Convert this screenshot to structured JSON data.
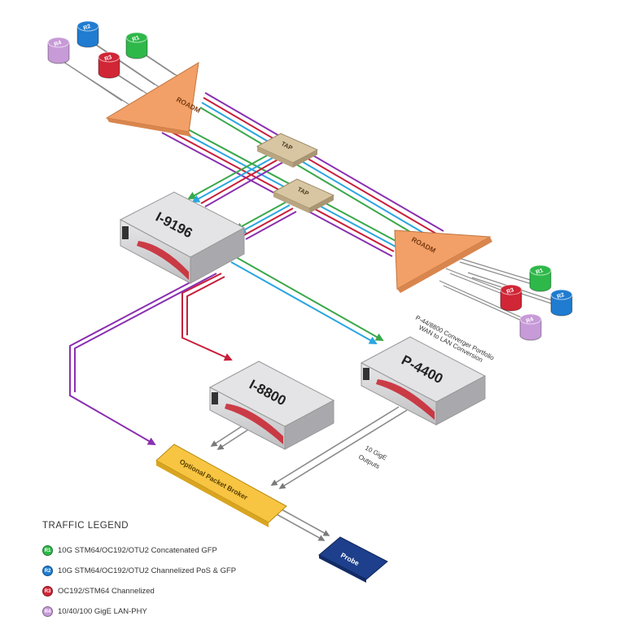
{
  "colors": {
    "r1": "#2fb84a",
    "r2": "#1f7cd0",
    "r3": "#d02636",
    "r4": "#c79ad8",
    "fiber_purple": "#8a2fb0",
    "fiber_red": "#c81e3a",
    "fiber_blue": "#2aa6e0",
    "fiber_green": "#3aa84a",
    "roadm": "#f2a067",
    "tap": "#d4c2a0",
    "broker": "#f7c542",
    "probe": "#1d3f8c",
    "chassis": "#d8d8da"
  },
  "routers_top": [
    {
      "label": "R4"
    },
    {
      "label": "R2"
    },
    {
      "label": "R3"
    },
    {
      "label": "R1"
    }
  ],
  "routers_right": [
    {
      "label": "R1"
    },
    {
      "label": "R3"
    },
    {
      "label": "R2"
    },
    {
      "label": "R4"
    }
  ],
  "roadm_top": {
    "label": "ROADM"
  },
  "roadm_bottom": {
    "label": "ROADM"
  },
  "tap_upper": {
    "label": "TAP"
  },
  "tap_lower": {
    "label": "TAP"
  },
  "devices": {
    "i9196": {
      "label": "I-9196"
    },
    "i8800": {
      "label": "I-8800"
    },
    "p4400": {
      "label": "P-4400"
    }
  },
  "annotations": {
    "p4400_line1": "P-44/8800 Converger Portfolio",
    "p4400_line2": "WAN to LAN Conversion",
    "gige_line1": "10 GigE",
    "gige_line2": "Outputs"
  },
  "broker": {
    "label": "Optional Packet Broker"
  },
  "probe": {
    "label": "Probe"
  },
  "legend": {
    "title": "TRAFFIC LEGEND",
    "items": [
      {
        "code": "R1",
        "color": "#2fb84a",
        "text": "10G STM64/OC192/OTU2 Concatenated GFP"
      },
      {
        "code": "R2",
        "color": "#1f7cd0",
        "text": "10G STM64/OC192/OTU2 Channelized PoS & GFP"
      },
      {
        "code": "R3",
        "color": "#d02636",
        "text": "OC192/STM64 Channelized"
      },
      {
        "code": "R4",
        "color": "#c79ad8",
        "text": "10/40/100 GigE LAN-PHY"
      }
    ]
  }
}
